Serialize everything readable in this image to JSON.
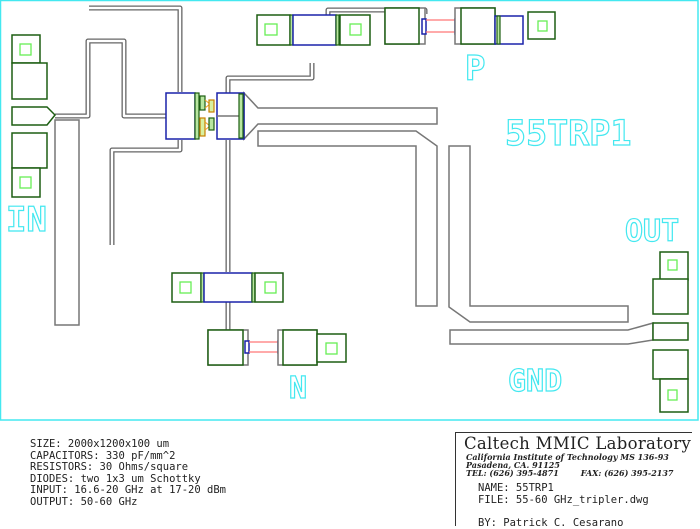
{
  "layout_labels": {
    "chip_name": "55TRP1",
    "input": "IN",
    "output": "OUT",
    "ground": "GND",
    "p_bias": "P",
    "n_bias": "N"
  },
  "specs": [
    "SIZE: 2000x1200x100 um",
    "CAPACITORS: 330 pF/mm^2",
    "RESISTORS: 30 Ohms/square",
    "DIODES: two 1x3 um Schottky",
    "INPUT: 16.6-20 GHz at 17-20 dBm",
    "OUTPUT: 50-60 GHz"
  ],
  "title_block": {
    "lab": "Caltech MMIC Laboratory",
    "address1": "California Institute of Technology MS 136-93",
    "address2": "Pasadena, CA. 91125",
    "tel": "TEL: (626) 395-4871",
    "fax": "FAX: (626) 395-2137",
    "name": "NAME: 55TRP1",
    "file": "FILE: 55-60 GHz_tripler.dwg",
    "by": "BY: Patrick C. Cesarano"
  },
  "colors": {
    "label": "#44e8f0",
    "metal": "#1d5e12",
    "via": "#66ee55",
    "cap": "#1a22aa",
    "resistor": "#ff7777"
  }
}
